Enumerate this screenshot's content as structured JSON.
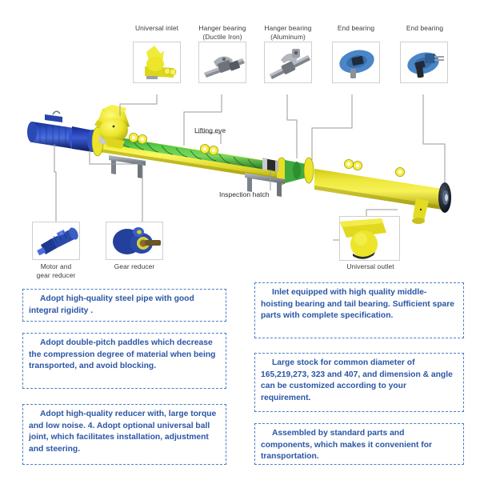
{
  "components": [
    {
      "label_line1": "Universal inlet",
      "label_line2": "",
      "icon": "universal-inlet-thumb"
    },
    {
      "label_line1": "Hanger bearing",
      "label_line2": "(Ductile Iron)",
      "icon": "hanger-bearing-ductile-iron-thumb"
    },
    {
      "label_line1": "Hanger bearing",
      "label_line2": "(Aluminum)",
      "icon": "hanger-bearing-aluminum-thumb"
    },
    {
      "label_line1": "End bearing",
      "label_line2": "",
      "icon": "end-bearing-thumb"
    },
    {
      "label_line1": "End bearing",
      "label_line2": "",
      "icon": "end-bearing-shaft-thumb"
    }
  ],
  "drive_components": [
    {
      "label_line1": "Motor and",
      "label_line2": "gear reducer",
      "icon": "motor-gear-reducer-thumb"
    },
    {
      "label_line1": "Gear reducer",
      "label_line2": "",
      "icon": "gear-reducer-thumb"
    }
  ],
  "outlet_component": {
    "label_line1": "Universal outlet",
    "label_line2": "",
    "icon": "universal-outlet-thumb"
  },
  "drawing_labels": {
    "lifting_eye": "Lifting eye",
    "inspection_hatch": "Inspection hatch"
  },
  "features_left": [
    "Adopt  high-quality steel pipe with good integral rigidity .",
    "Adopt double-pitch paddles which decrease the compression  degree of material when being transported, and avoid blocking.",
    "Adopt high-quality reducer with, large torque  and low noise. 4. Adopt optional universal ball joint, which facilitates installation, adjustment and steering."
  ],
  "features_right": [
    "Inlet equipped with high quality middle-hoisting bearing and tail bearing. Sufficient spare parts with complete specification.",
    "Large stock for common diameter of 165,219,273,  323  and  407,  and dimension & angle can be customized according to your requirement.",
    "Assembled by standard parts and components, which makes it convenient for transportation."
  ],
  "colors": {
    "feature_text": "#2a55a5",
    "feature_border": "#4a7fc1",
    "tube_yellow": "#e8e21a",
    "screw_green": "#3fb43f",
    "motor_blue": "#1f3c9e",
    "bearing_blue": "#4a86c8",
    "bracket_gray": "#8b9199",
    "leader_gray": "#9a9a9a",
    "label_text": "#3a3a3a"
  }
}
